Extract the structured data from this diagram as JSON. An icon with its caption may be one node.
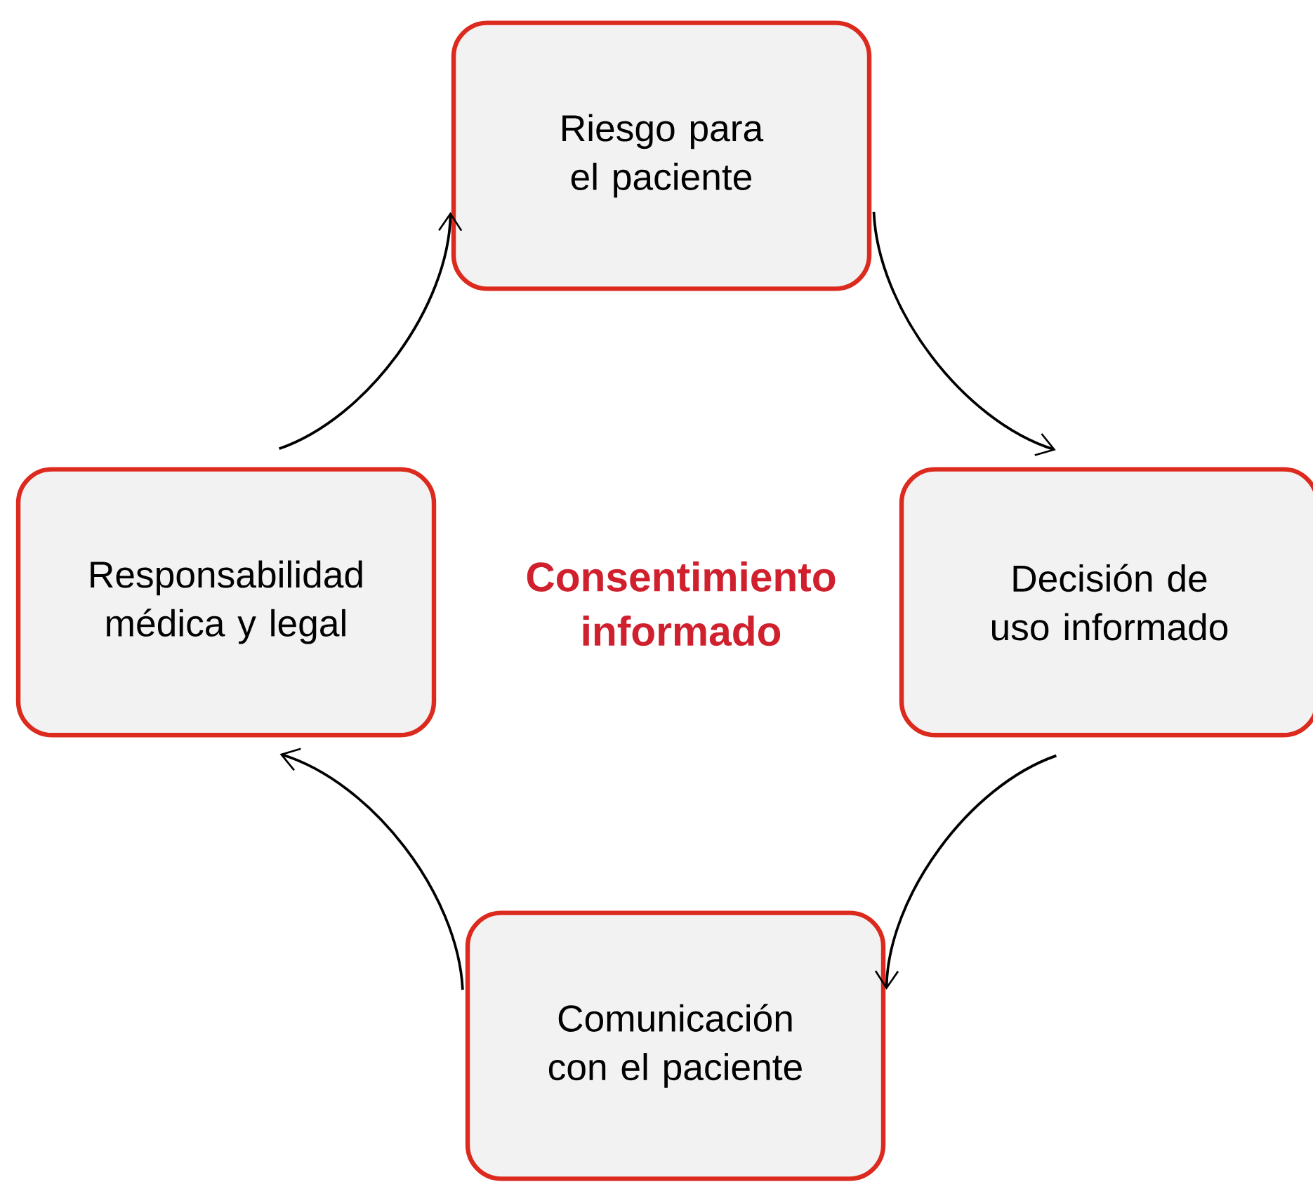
{
  "diagram": {
    "nodes": [
      {
        "text": [
          "Riesgo para el paciente"
        ]
      },
      {
        "text": [
          "Responsabilidad médica y legal"
        ]
      },
      {
        "text": [
          "Decisión de uso informado"
        ]
      },
      {
        "text": [
          "Comunicación con el paciente"
        ]
      }
    ],
    "edges": [
      {
        "from": 0,
        "to": 2,
        "arrow": "to"
      },
      {
        "from": 2,
        "to": 3,
        "arrow": "to"
      },
      {
        "from": 3,
        "to": 1,
        "arrow": "to"
      },
      {
        "from": 1,
        "to": 0,
        "arrow": "to"
      }
    ],
    "labels": [
      "Consentimiento informado"
    ]
  }
}
